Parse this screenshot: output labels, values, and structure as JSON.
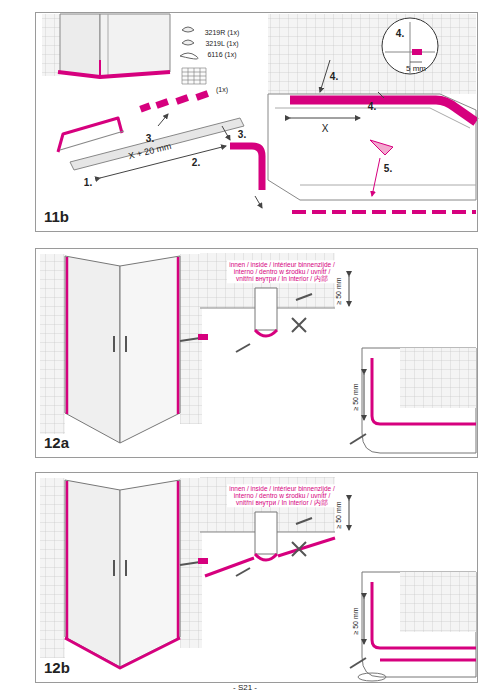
{
  "diagram": {
    "nodes": [
      {
        "text": [
          "11b"
        ]
      },
      {
        "text": [
          "12a"
        ]
      },
      {
        "text": [
          "12b"
        ]
      }
    ],
    "labels": [
      "3219R (1x)",
      "3219L (1x)",
      "6116 (1x)",
      "(1x)",
      "1.",
      "X + 20 mm",
      "2.",
      "3.",
      "3.",
      "4.",
      "5 mm",
      "4.",
      "4.",
      "X",
      "5.",
      "innen / inside / intérieur binnenzijde / interno / dentro w środku / uvnitř / vnitřní внутри / In interior / 内部",
      "≥ 50 mm",
      "≥ 50 mm",
      "innen / inside / intérieur binnenzijde / interno / dentro w środku / uvnitř / vnitřní внутри / In interior / 内部",
      "≥ 50 mm",
      "≥ 50 mm",
      "- S21 -"
    ]
  }
}
